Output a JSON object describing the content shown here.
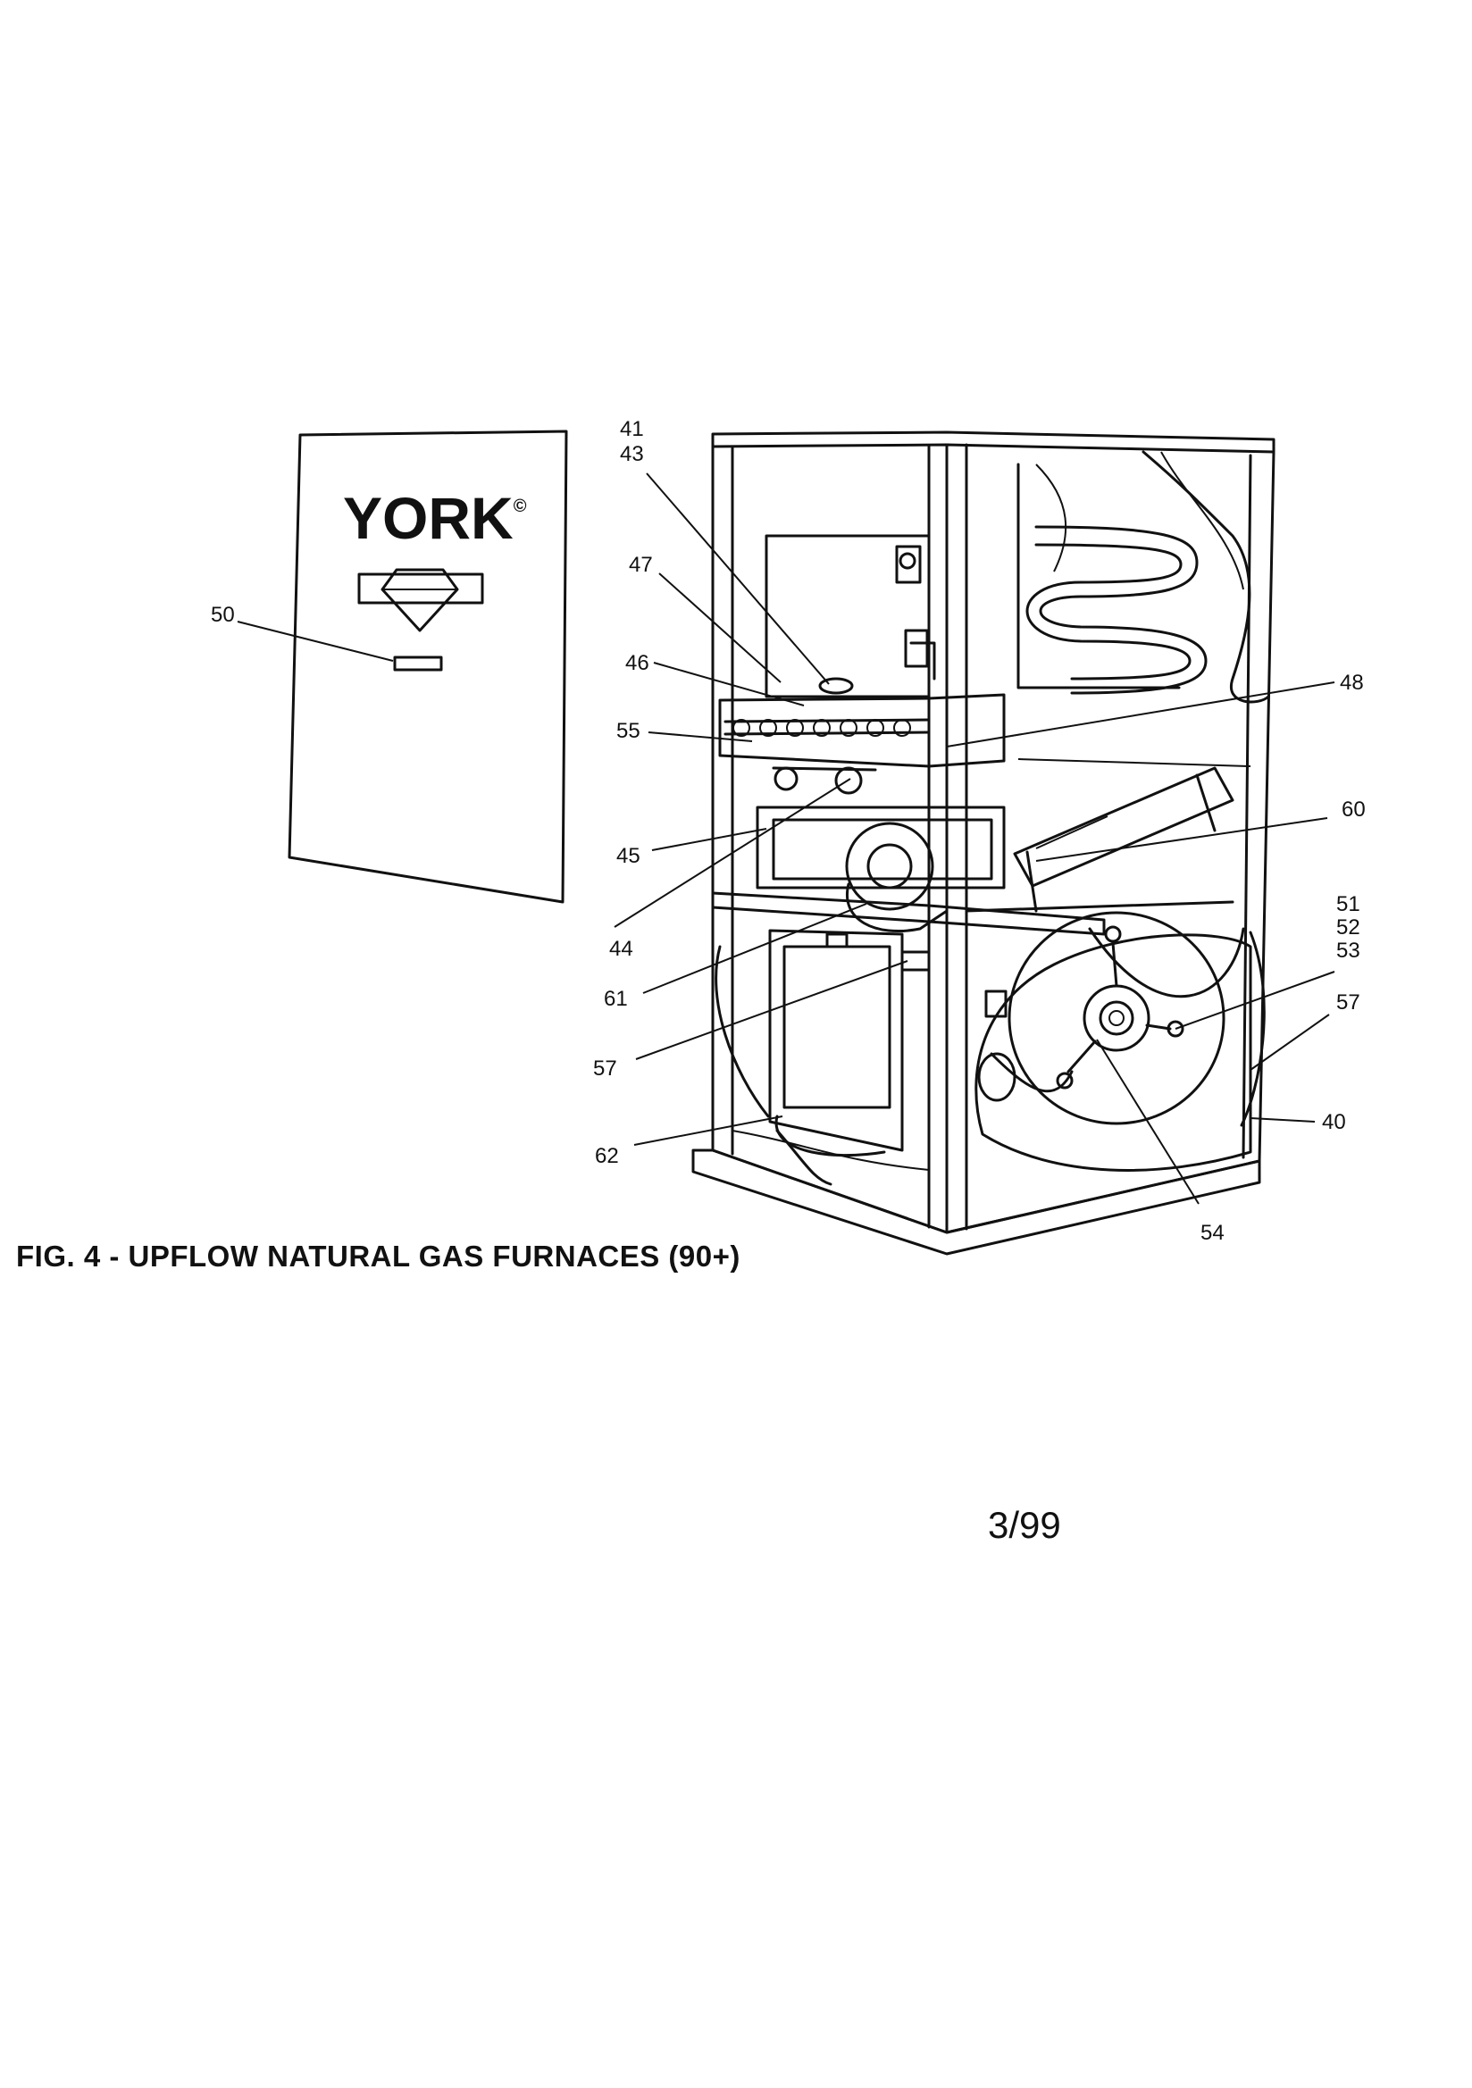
{
  "figure": {
    "caption": "FIG. 4 - UPFLOW NATURAL GAS FURNACES (90+)",
    "date_code": "3/99",
    "door_brand": "YORK",
    "door_brand_mark": "©"
  },
  "callouts": [
    "41",
    "43",
    "47",
    "46",
    "55",
    "45",
    "44",
    "61",
    "57",
    "62",
    "50",
    "48",
    "60",
    "51",
    "52",
    "53",
    "57",
    "40",
    "54"
  ]
}
